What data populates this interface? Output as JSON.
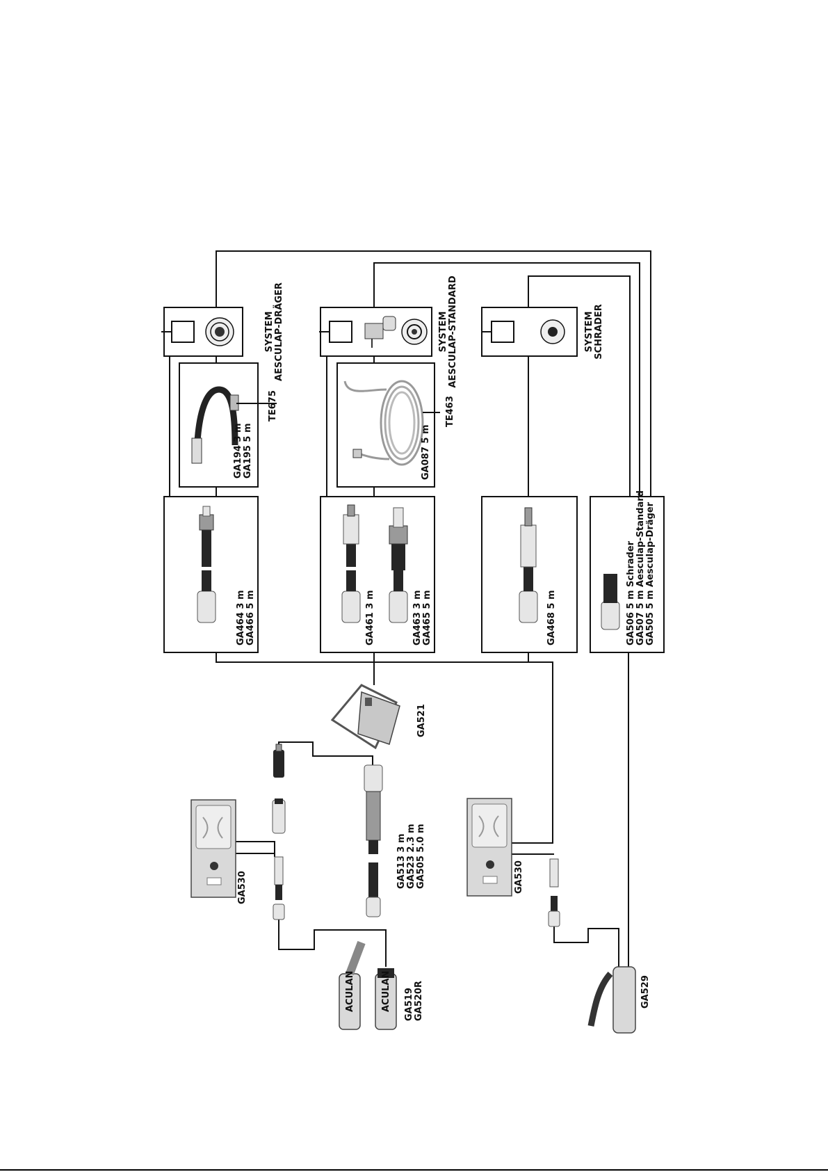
{
  "systems": {
    "draeger": {
      "line1": "SYSTEM",
      "line2": "AESCULAP-DRÄGER"
    },
    "standard": {
      "line1": "SYSTEM",
      "line2": "AESCULAP-STANDARD"
    },
    "schrader": {
      "line1": "SYSTEM",
      "line2": "SCHRADER"
    }
  },
  "adapters": {
    "te675": "TE675",
    "te463": "TE463",
    "ga194": "GA194  3 m",
    "ga195": "GA195  5 m",
    "ga087": "GA087   5 m"
  },
  "hoses": {
    "ga464": "GA464   3 m",
    "ga466": "GA466   5 m",
    "ga461": "GA461    3 m",
    "ga463": "GA463     3 m",
    "ga465": "GA465     5 m",
    "ga468": "GA468     5 m",
    "ga506": "GA506     5 m Schrader",
    "ga507": "GA507     5 m Aesculap-Standard",
    "ga505b": "GA505     5 m Aesculap-Dräger"
  },
  "devices": {
    "ga521": "GA521",
    "ga530a": "GA530",
    "ga530b": "GA530",
    "ga513": "GA513     3 m",
    "ga523": "GA523     2.3 m",
    "ga505": "GA505     5.0 m",
    "ga519": "GA519",
    "ga520r": "GA520R",
    "ga529": "GA529",
    "brand1": "ACULAN",
    "brand2": "ACULAN"
  },
  "colors": {
    "line": "#111111",
    "device": "#d9d9d9",
    "hose": "#262626"
  }
}
